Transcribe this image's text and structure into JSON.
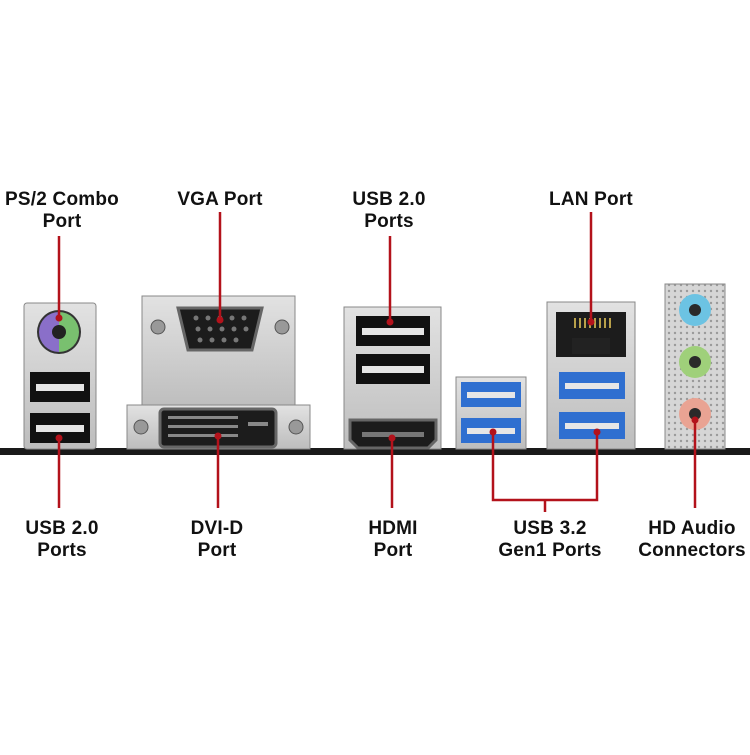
{
  "labels": {
    "ps2": [
      "PS/2 Combo",
      "Port"
    ],
    "vga": [
      "VGA Port"
    ],
    "usb2_top": [
      "USB 2.0",
      "Ports"
    ],
    "lan": [
      "LAN Port"
    ],
    "usb2_bottom": [
      "USB 2.0",
      "Ports"
    ],
    "dvi": [
      "DVI-D",
      "Port"
    ],
    "hdmi": [
      "HDMI",
      "Port"
    ],
    "usb32": [
      "USB 3.2",
      "Gen1 Ports"
    ],
    "audio": [
      "HD Audio",
      "Connectors"
    ]
  },
  "colors": {
    "callout_line": "#b3121b",
    "metal": "#c9c9c9",
    "usb3_blue": "#2f6fd0",
    "audio_blue": "#6cc3e3",
    "audio_green": "#9fd07a",
    "audio_pink": "#e9a393",
    "ps2_purple": "#8a6fc9",
    "ps2_green": "#79c06f"
  }
}
